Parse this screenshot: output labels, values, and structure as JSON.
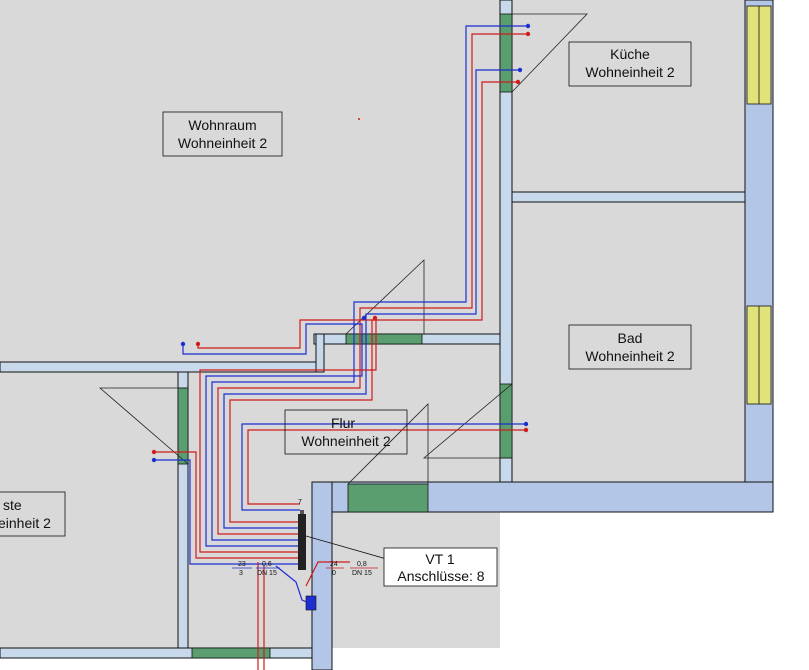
{
  "rooms": {
    "wohnraum": {
      "line1": "Wohnraum",
      "line2": "Wohneinheit 2"
    },
    "kueche": {
      "line1": "Küche",
      "line2": "Wohneinheit 2"
    },
    "bad": {
      "line1": "Bad",
      "line2": "Wohneinheit 2"
    },
    "flur": {
      "line1": "Flur",
      "line2": "Wohneinheit 2"
    },
    "gaeste": {
      "line1": "ste",
      "line2": "einheit 2"
    }
  },
  "distributor": {
    "title": "VT 1",
    "connections": "Anschlüsse: 8",
    "tag": "7"
  },
  "annotations": {
    "a1_top": "23",
    "a1_bottom": "3",
    "a2_top": "0,6",
    "a2_bottom": "DN 15",
    "a3_top": "24",
    "a3_bottom": "0",
    "a4_top": "0,8",
    "a4_bottom": "DN 15"
  },
  "colors": {
    "floor": "#d9d9d9",
    "wall": "#b4c6e7",
    "wall_light": "#c8d9ec",
    "door": "#5a9e6f",
    "window": "#e2e27a",
    "supply": "#d01c1c",
    "return": "#1c2fd0"
  }
}
